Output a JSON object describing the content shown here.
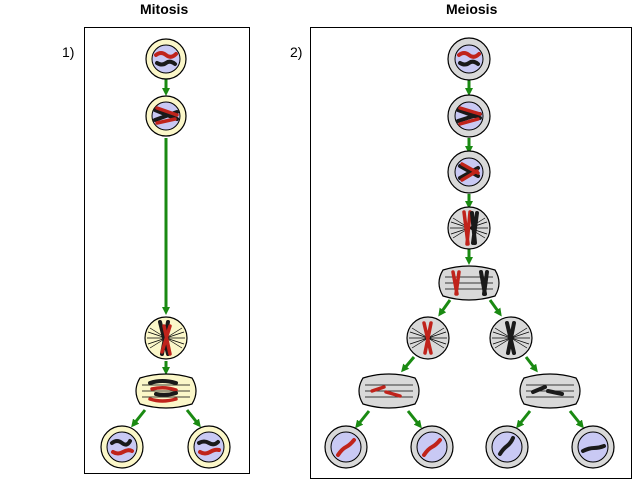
{
  "panels": [
    {
      "title": "Mitosis",
      "number": "1)"
    },
    {
      "title": "Meiosis",
      "number": "2)"
    }
  ],
  "colors": {
    "arrow": "#1a8a12",
    "mitosis_cell": "#fbf7c9",
    "meiosis_cell": "#d9d9d9",
    "nucleus": "#c9c9f4",
    "chromosome_red": "#c0231b",
    "chromosome_black": "#1a1a1a"
  }
}
